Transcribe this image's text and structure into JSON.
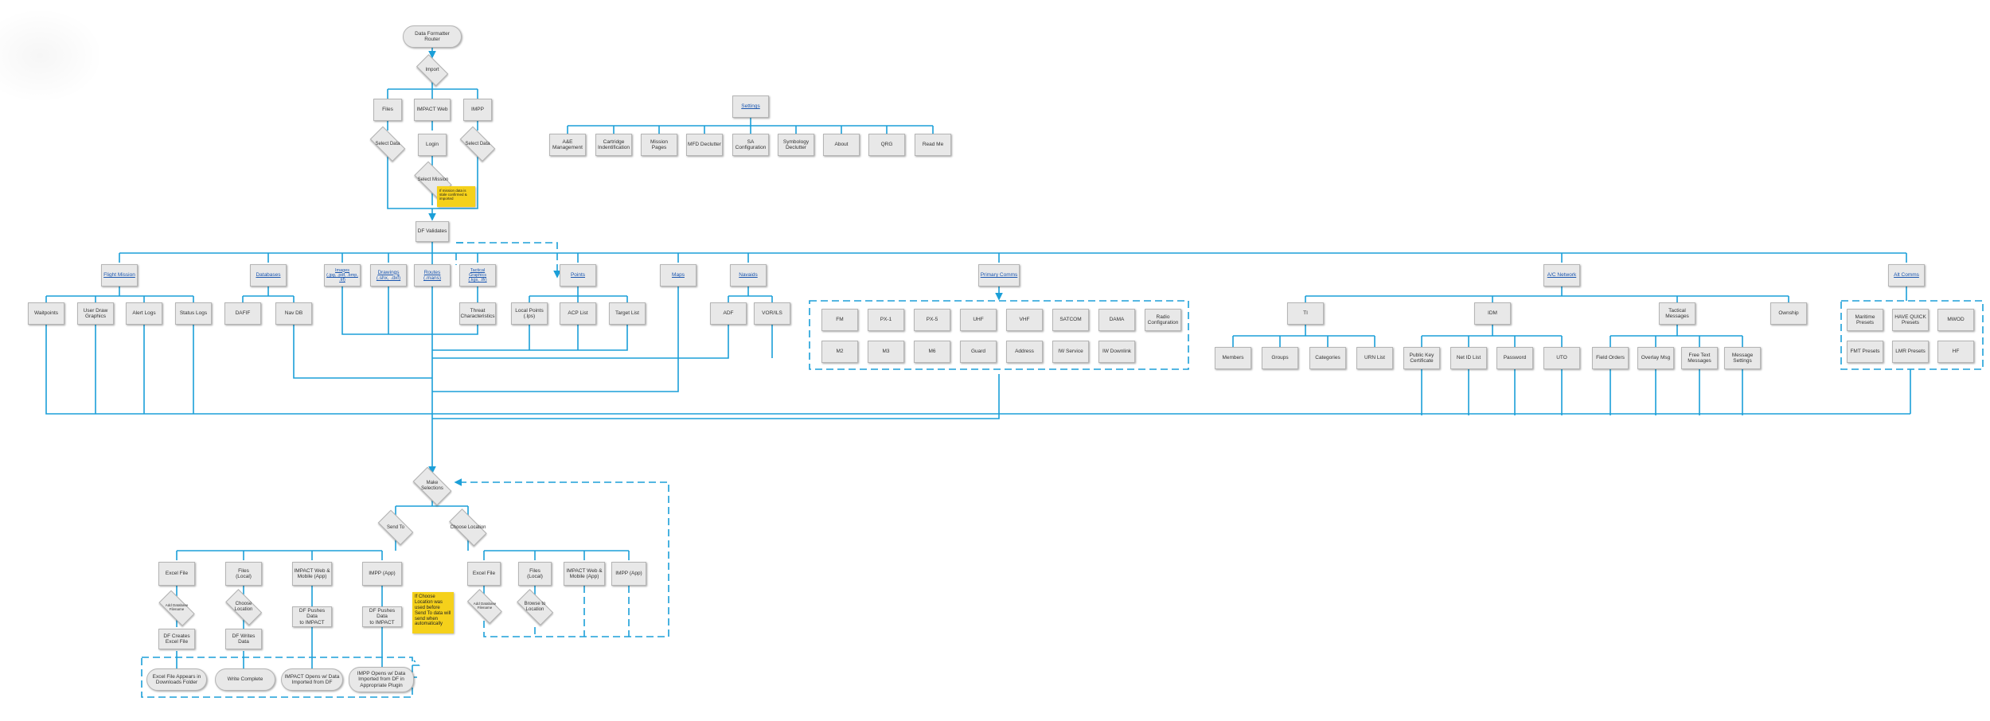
{
  "colors": {
    "line": "#1b9fd8",
    "node_fill": "#e8e8e8",
    "note": "#f5d11b",
    "link": "#1a56b0"
  },
  "top": {
    "router": "Data Formatter\nRouter",
    "import": "Import",
    "files": "Files",
    "impact_web": "IMPACT Web",
    "impp": "IMPP",
    "select_data_left": "Select Data",
    "login": "Login",
    "select_data_right": "Select Data",
    "select_mission": "Select Mission",
    "note": "If mission data is stale confirmed & imported",
    "df_validates": "DF Validates"
  },
  "settings": {
    "title": "Settings",
    "items": [
      "A&E Management",
      "Cartridge Indentification",
      "Mission Pages",
      "MFD Declutter",
      "SA Configuration",
      "Symbology Declutter",
      "About",
      "QRG",
      "Read Me"
    ]
  },
  "categories": {
    "flight_mission": "Flight Mission",
    "databases": "Databases",
    "images": "Images\n(.jpg, .pdf, .bmp, .tif)",
    "drawings": "Drawings\n(.shx, .dxf)",
    "routes": "Routes\n(.mans)",
    "tactical_graphics": "Tactical\nGraphics\n(.kgs, .tfr)",
    "points": "Points",
    "maps": "Maps",
    "navaids": "Navaids",
    "primary_comms": "Primary Comms",
    "ac_network": "A/C Network",
    "alt_comms": "Alt Comms"
  },
  "flight_mission_items": [
    "Waitpoints",
    "User Draw Graphics",
    "Alert Logs",
    "Status Logs"
  ],
  "databases_items": [
    "DAFIF",
    "Nav DB"
  ],
  "threat": "Threat\nCharacteristics",
  "points_items": [
    "Local Points\n(.lps)",
    "ACP List",
    "Target List"
  ],
  "navaids_items": [
    "ADF",
    "VOR/ILS"
  ],
  "primary_comms_items": [
    "FM",
    "PX-1",
    "PX-5",
    "UHF",
    "VHF",
    "SATCOM",
    "DAMA",
    "Radio\nConfiguration",
    "M2",
    "M3",
    "M6",
    "Guard",
    "Address",
    "IW Service",
    "IW Downlink"
  ],
  "ac_network": {
    "groups": [
      "TI",
      "IDM",
      "Tactical\nMessages",
      "Ownship"
    ],
    "ti_items": [
      "Members",
      "Groups",
      "Categories",
      "URN List"
    ],
    "idm_items": [
      "Public Key\nCertificate",
      "Net ID List",
      "Password",
      "UTO"
    ],
    "tactical_items": [
      "Field Orders",
      "Overlay Msg",
      "Free Text\nMessages",
      "Message\nSettings"
    ]
  },
  "alt_comms_items": [
    "Maritime\nPresets",
    "HAVE QUICK\nPresets",
    "MWOD",
    "FMT Presets",
    "LMR Presets",
    "HF"
  ],
  "bottom": {
    "make_selections": "Make\nSelections",
    "send_to": "Send To",
    "choose_location": "Choose Location",
    "left_targets": [
      "Excel File",
      "Files\n(Local)",
      "IMPACT Web &\nMobile (App)",
      "IMPP (App)"
    ],
    "right_targets": [
      "Excel File",
      "Files\n(Local)",
      "IMPACT Web &\nMobile (App)",
      "IMPP (App)"
    ],
    "add_database_filename_left": "Add Database\nFilename",
    "choose_location_d": "Choose\nLocation",
    "df_pushes_1": "DF Pushes Data\nto IMPACT",
    "df_pushes_2": "DF Pushes Data\nto IMPACT",
    "df_creates": "DF Creates\nExcel File",
    "df_writes": "DF Writes Data",
    "add_database_filename_right": "Add Database\nFilename",
    "browse_location": "Browse to\nLocation",
    "note": "If Choose Location was used before Send To data will send when automatically",
    "terminals": [
      "Excel File Appears in\nDownloads Folder",
      "Write Complete",
      "IMPACT Opens w/ Data\nImported from DF",
      "IMPP Opens w/ Data\nImported from DF in\nAppropriate Plugin"
    ]
  }
}
